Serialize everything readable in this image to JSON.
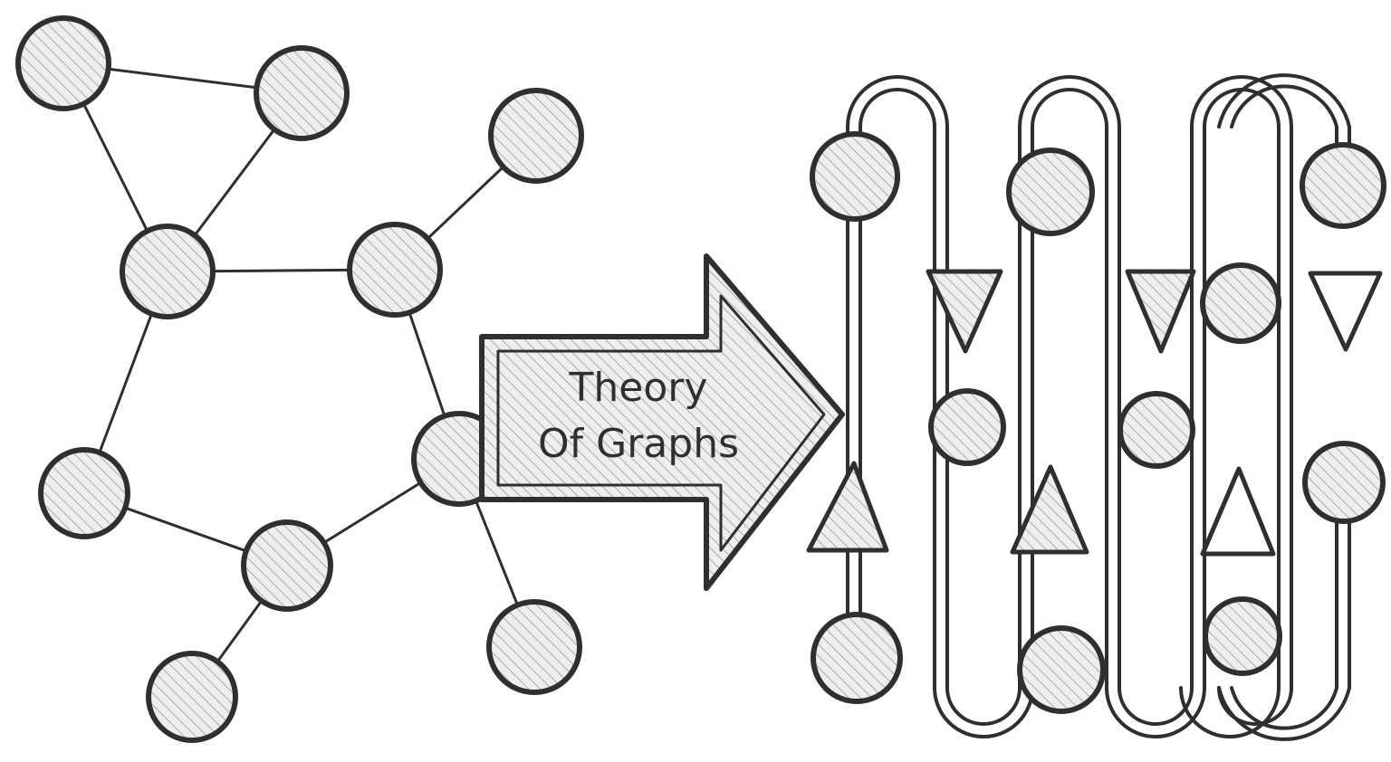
{
  "arrow": {
    "line1": "Theory",
    "line2": "Of Graphs"
  },
  "colors": {
    "ink": "#2f2f2f",
    "fill": "#eeeeee",
    "hatch": "#9a9a9a",
    "background": "#ffffff"
  },
  "left_graph": {
    "nodes": [
      "n1",
      "n2",
      "n3",
      "n4",
      "n5",
      "n6",
      "n7",
      "n8",
      "n9",
      "n10"
    ],
    "edges": [
      [
        "n1",
        "n2"
      ],
      [
        "n1",
        "n3"
      ],
      [
        "n2",
        "n3"
      ],
      [
        "n3",
        "n4"
      ],
      [
        "n4",
        "n5"
      ],
      [
        "n3",
        "n6"
      ],
      [
        "n4",
        "n9"
      ],
      [
        "n6",
        "n7"
      ],
      [
        "n7",
        "n9"
      ],
      [
        "n7",
        "n8"
      ],
      [
        "n9",
        "n10"
      ]
    ]
  },
  "right_graph": {
    "loops": 3,
    "nodes_per_loop": 4,
    "arrows_per_loop": 2
  }
}
